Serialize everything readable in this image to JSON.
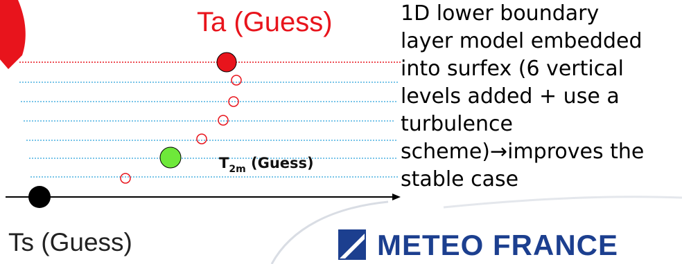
{
  "labels": {
    "ta": "Ta (Guess)",
    "ts": "Ts (Guess)",
    "t2m_main": "T",
    "t2m_sub": "2m",
    "t2m_suffix": " (Guess)"
  },
  "description": {
    "lines": [
      "1D lower boundary",
      "layer model embedded",
      "into surfex (6 vertical",
      "levels added + use a",
      "turbulence",
      "scheme)→improves the",
      "stable case"
    ]
  },
  "logo": {
    "text": "METEO FRANCE",
    "icon": "meteo-france-emblem-icon"
  },
  "colors": {
    "ta_text": "#e8141c",
    "red_level_line": "#e8141c",
    "dotted_level_lines": "#4ab0e0",
    "ta_point": "#e8141c",
    "t2m_point": "#6ee83a",
    "ts_point": "#000000",
    "profile_markers": "#e8141c",
    "logo_blue": "#1c3f8f"
  }
}
